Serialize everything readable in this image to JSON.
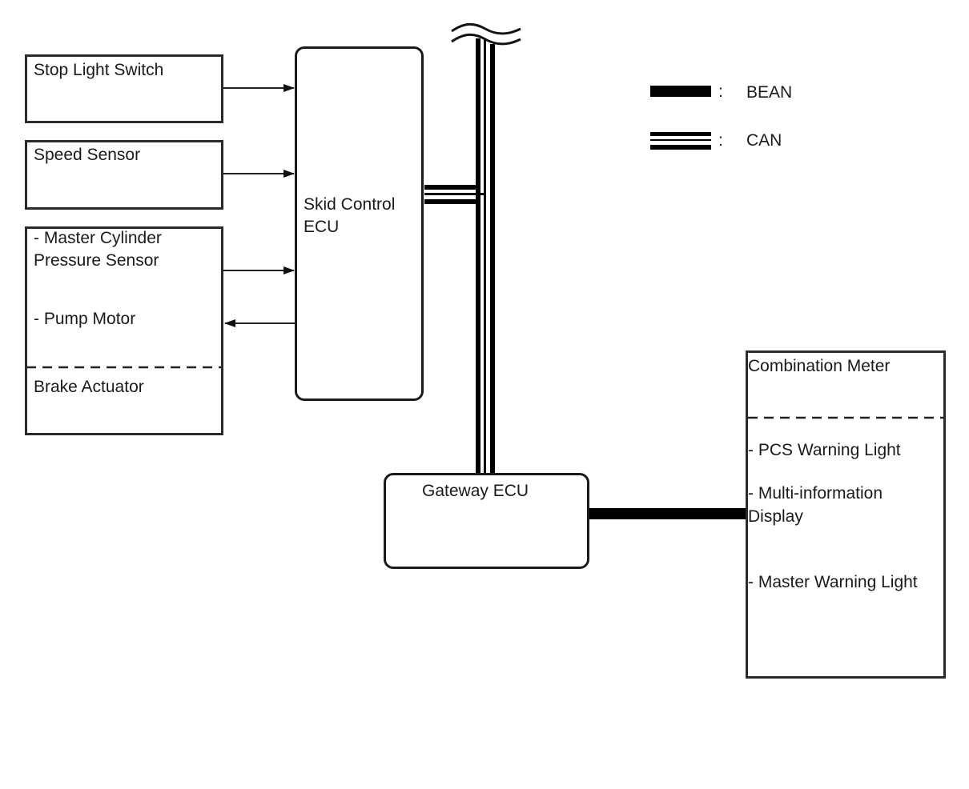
{
  "diagram": {
    "nodes": {
      "stop_light_switch": {
        "label": "Stop Light Switch"
      },
      "speed_sensor": {
        "label": "Speed Sensor"
      },
      "brake_actuator": {
        "title": "Brake Actuator",
        "items": [
          "- Master Cylinder",
          "Pressure Sensor",
          "- Pump Motor"
        ]
      },
      "skid_control_ecu": {
        "label_line1": "Skid Control",
        "label_line2": "ECU"
      },
      "gateway_ecu": {
        "label": "Gateway ECU"
      },
      "combination_meter": {
        "title": "Combination Meter",
        "items": [
          "- PCS Warning Light",
          "- Multi-information",
          "Display",
          "- Master Warning Light"
        ]
      }
    },
    "legend": [
      {
        "symbol": "bean-line",
        "separator": ":",
        "label": "BEAN"
      },
      {
        "symbol": "can-line",
        "separator": ":",
        "label": "CAN"
      }
    ],
    "connections": [
      {
        "from": "Stop Light Switch",
        "to": "Skid Control ECU",
        "type": "signal"
      },
      {
        "from": "Speed Sensor",
        "to": "Skid Control ECU",
        "type": "signal"
      },
      {
        "from": "Master Cylinder Pressure Sensor",
        "to": "Skid Control ECU",
        "type": "signal"
      },
      {
        "from": "Skid Control ECU",
        "to": "Pump Motor",
        "type": "signal"
      },
      {
        "from": "Skid Control ECU",
        "to": "Gateway ECU",
        "type": "CAN"
      },
      {
        "from": "Gateway ECU",
        "to": "Combination Meter",
        "type": "BEAN"
      }
    ]
  }
}
